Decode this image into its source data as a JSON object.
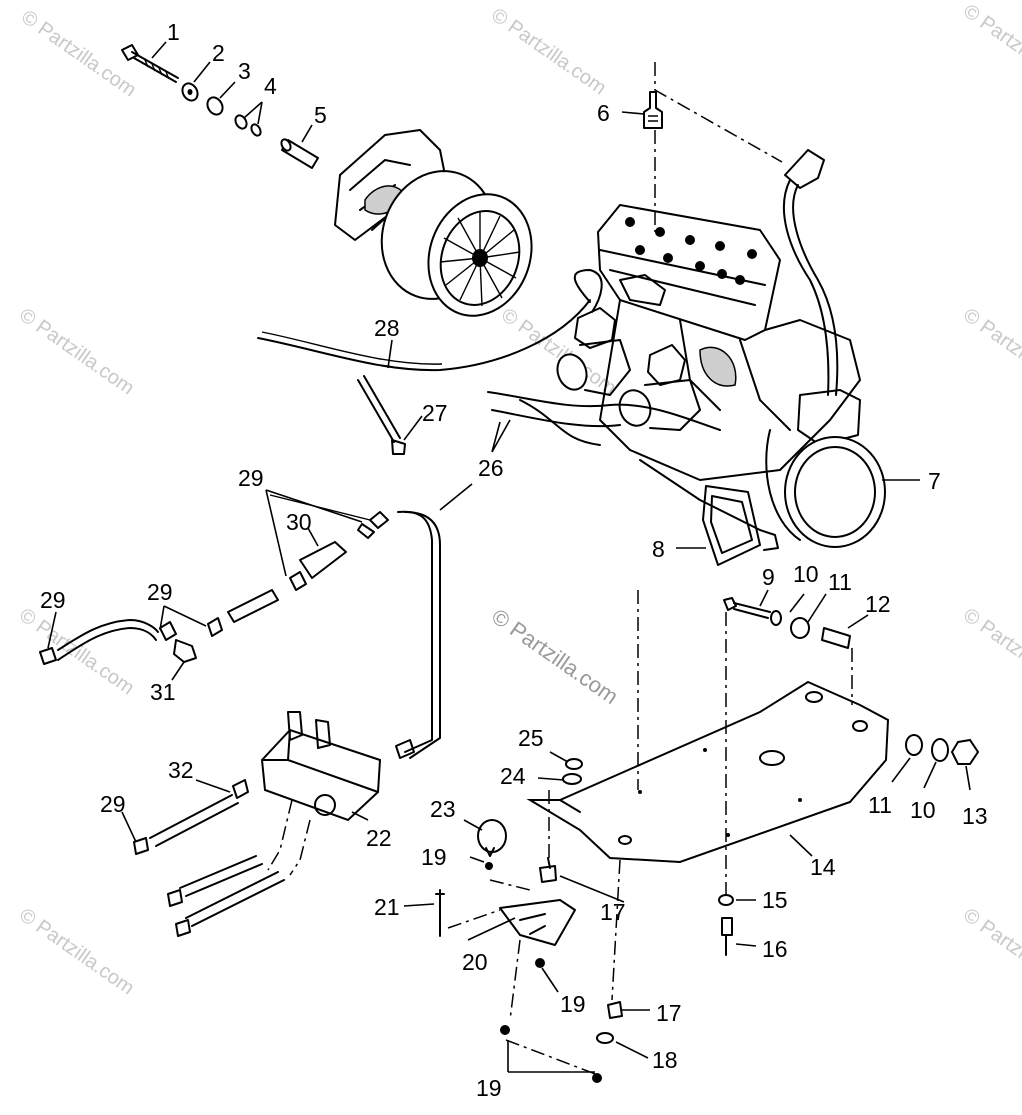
{
  "watermarks": {
    "corner_text": "© Partzilla.com",
    "center_text": "© Partzilla.com"
  },
  "callouts": {
    "c1": "1",
    "c2": "2",
    "c3": "3",
    "c4": "4",
    "c5": "5",
    "c6": "6",
    "c7": "7",
    "c8": "8",
    "c9": "9",
    "c10a": "10",
    "c11a": "11",
    "c12": "12",
    "c11b": "11",
    "c10b": "10",
    "c13": "13",
    "c14": "14",
    "c15": "15",
    "c16": "16",
    "c17a": "17",
    "c17b": "17",
    "c18": "18",
    "c19a": "19",
    "c19b": "19",
    "c19c": "19",
    "c20": "20",
    "c21": "21",
    "c22": "22",
    "c23": "23",
    "c24": "24",
    "c25": "25",
    "c26": "26",
    "c27": "27",
    "c28": "28",
    "c29a": "29",
    "c29b": "29",
    "c29c": "29",
    "c29d": "29",
    "c30": "30",
    "c31": "31",
    "c32": "32"
  }
}
